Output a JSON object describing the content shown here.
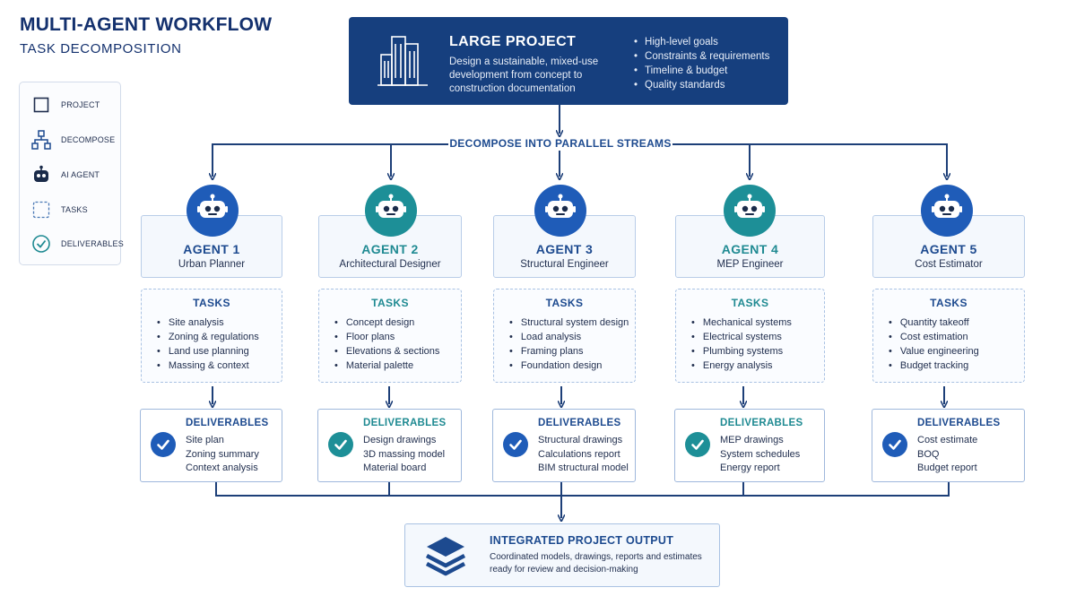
{
  "header": {
    "title": "MULTI-AGENT WORKFLOW",
    "subtitle": "TASK DECOMPOSITION"
  },
  "legend": {
    "items": [
      {
        "label": "PROJECT",
        "icon": "square-outline-icon"
      },
      {
        "label": "DECOMPOSE",
        "icon": "hierarchy-icon"
      },
      {
        "label": "AI AGENT",
        "icon": "robot-icon"
      },
      {
        "label": "TASKS",
        "icon": "dashed-square-icon"
      },
      {
        "label": "DELIVERABLES",
        "icon": "check-circle-icon"
      }
    ]
  },
  "project": {
    "title": "LARGE PROJECT",
    "description": "Design a sustainable, mixed-use development from concept to construction documentation",
    "bullets": [
      "High-level goals",
      "Constraints & requirements",
      "Timeline & budget",
      "Quality standards"
    ],
    "icon": "buildings-icon"
  },
  "decompose_label": "DECOMPOSE INTO PARALLEL STREAMS",
  "colors": {
    "navy": "#163f7e",
    "blue": "#1d4a8f",
    "teal": "#1f8a92",
    "agent_blue_circle": "#1f5cb8",
    "agent_teal_circle": "#1d8f97"
  },
  "agents": [
    {
      "name": "AGENT 1",
      "role": "Urban Planner",
      "accent": "blue",
      "tasks_label": "TASKS",
      "tasks": [
        "Site analysis",
        "Zoning & regulations",
        "Land use planning",
        "Massing & context"
      ],
      "deliverables_label": "DELIVERABLES",
      "deliverables": [
        "Site plan",
        "Zoning summary",
        "Context analysis"
      ]
    },
    {
      "name": "AGENT 2",
      "role": "Architectural Designer",
      "accent": "teal",
      "tasks_label": "TASKS",
      "tasks": [
        "Concept design",
        "Floor plans",
        "Elevations & sections",
        "Material palette"
      ],
      "deliverables_label": "DELIVERABLES",
      "deliverables": [
        "Design drawings",
        "3D massing model",
        "Material board"
      ]
    },
    {
      "name": "AGENT 3",
      "role": "Structural Engineer",
      "accent": "blue",
      "tasks_label": "TASKS",
      "tasks": [
        "Structural system design",
        "Load analysis",
        "Framing plans",
        "Foundation design"
      ],
      "deliverables_label": "DELIVERABLES",
      "deliverables": [
        "Structural drawings",
        "Calculations report",
        "BIM structural model"
      ]
    },
    {
      "name": "AGENT 4",
      "role": "MEP Engineer",
      "accent": "teal",
      "tasks_label": "TASKS",
      "tasks": [
        "Mechanical systems",
        "Electrical systems",
        "Plumbing systems",
        "Energy analysis"
      ],
      "deliverables_label": "DELIVERABLES",
      "deliverables": [
        "MEP drawings",
        "System schedules",
        "Energy report"
      ]
    },
    {
      "name": "AGENT 5",
      "role": "Cost Estimator",
      "accent": "blue",
      "tasks_label": "TASKS",
      "tasks": [
        "Quantity takeoff",
        "Cost estimation",
        "Value engineering",
        "Budget tracking"
      ],
      "deliverables_label": "DELIVERABLES",
      "deliverables": [
        "Cost estimate",
        "BOQ",
        "Budget report"
      ]
    }
  ],
  "output": {
    "title": "INTEGRATED PROJECT OUTPUT",
    "description": "Coordinated models, drawings, reports and estimates ready for review and decision-making",
    "icon": "layers-icon"
  }
}
